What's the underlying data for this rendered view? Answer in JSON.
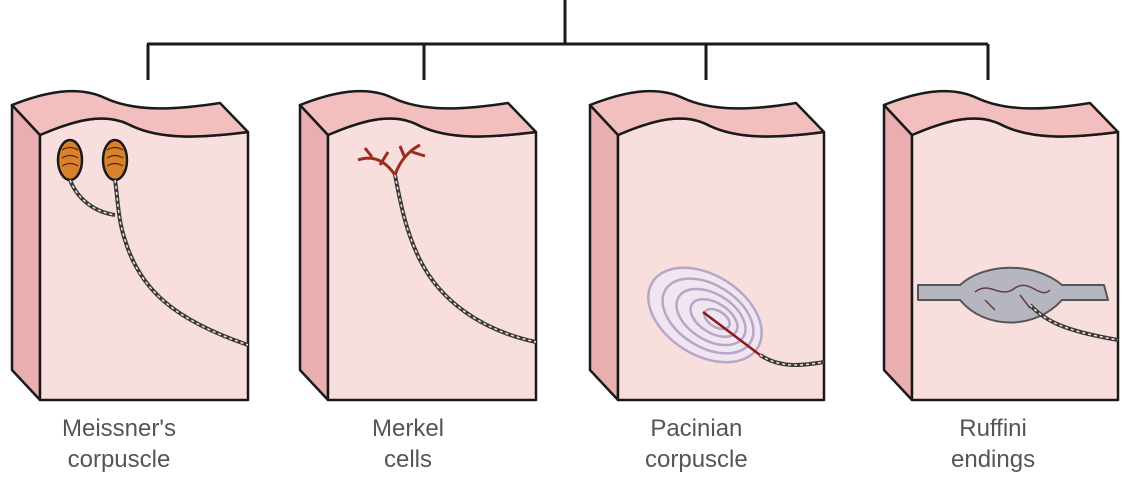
{
  "captions": [
    {
      "line1": "Meissner's",
      "line2": "corpuscle"
    },
    {
      "line1": "Merkel",
      "line2": "cells"
    },
    {
      "line1": "Pacinian",
      "line2": "corpuscle"
    },
    {
      "line1": "Ruffini",
      "line2": "endings"
    }
  ],
  "colors": {
    "skin_front": "#f9dede",
    "skin_top": "#f2bfbe",
    "skin_side": "#e9aeb0",
    "outline": "#1a1a1a",
    "nerve": "#3a3a3a",
    "meissner_fill": "#d9822e",
    "merkel_branch": "#9a2d1d",
    "pacinian_lamellae": "#b8a6c4",
    "ruffini_capsule": "#b6b6c0"
  }
}
